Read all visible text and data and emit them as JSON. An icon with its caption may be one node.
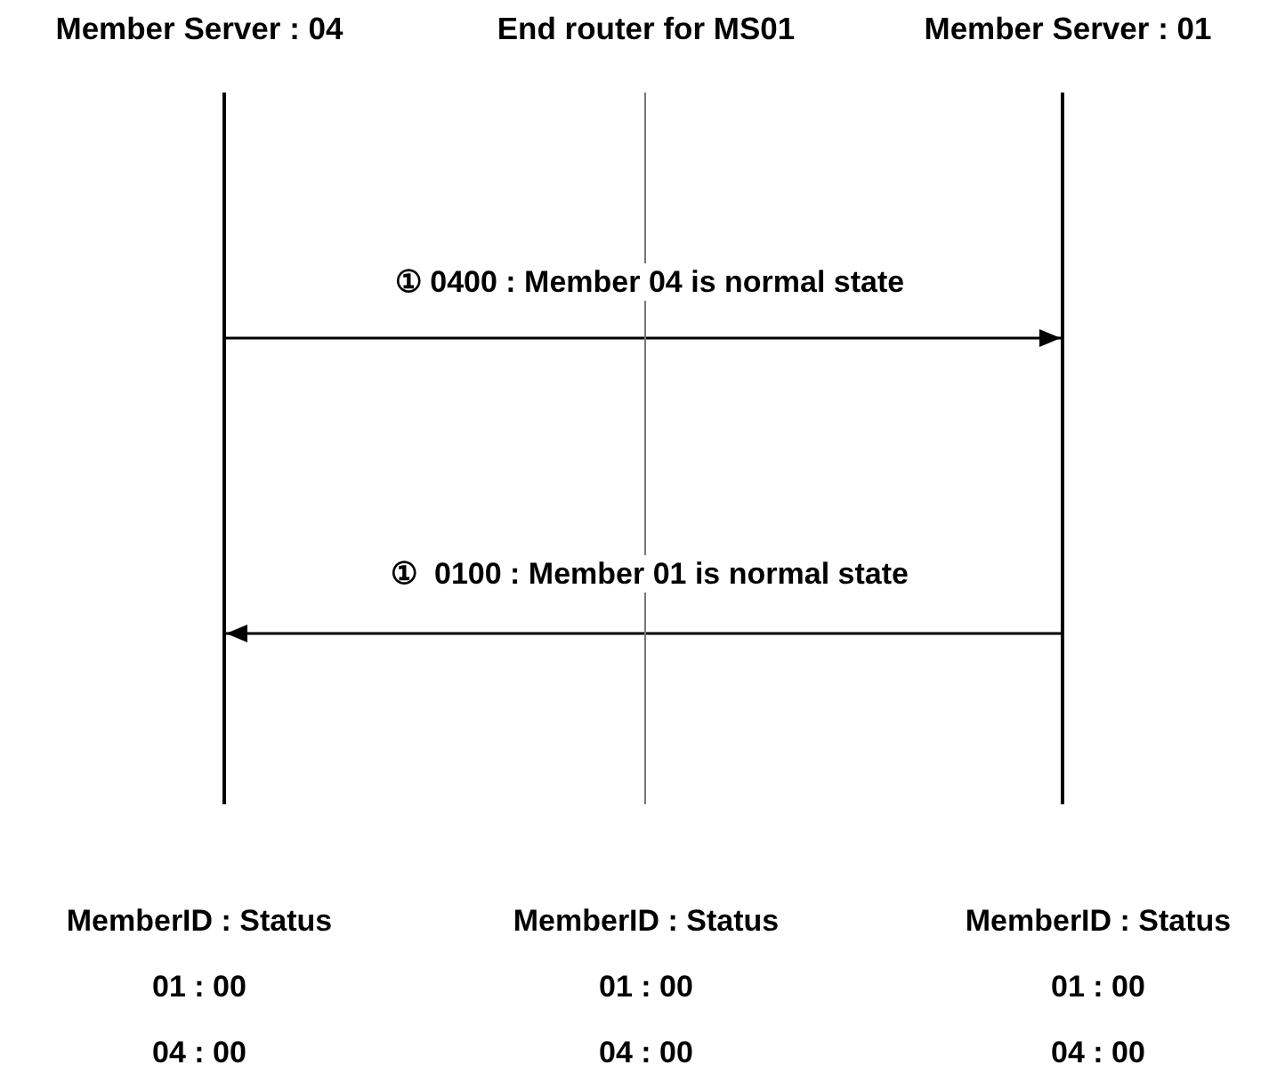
{
  "diagram": {
    "nodes": [
      {
        "text": [],
        "shape": "bar",
        "beside": [
          "Member Server : 04"
        ]
      },
      {
        "text": [],
        "shape": "bar",
        "beside": [
          "End router for MS01"
        ]
      },
      {
        "text": [],
        "shape": "bar",
        "beside": [
          "Member Server : 01"
        ]
      }
    ],
    "edges": [
      {
        "from": 0,
        "to": 2,
        "arrow": "to",
        "label": "① 0400 : Member 04 is normal state"
      },
      {
        "from": 2,
        "to": 0,
        "arrow": "to",
        "label": "①  0100 : Member 01 is normal state"
      }
    ],
    "labels": [
      "MemberID : Status",
      "MemberID : Status",
      "MemberID : Status",
      "01 : 00",
      "01 : 00",
      "01 : 00",
      "04 : 00",
      "04 : 00",
      "04 : 00"
    ]
  }
}
